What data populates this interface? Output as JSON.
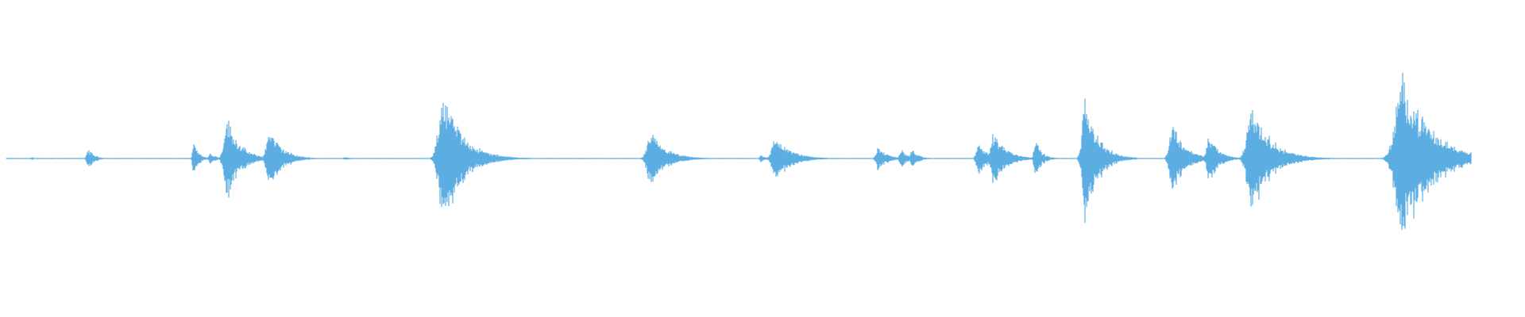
{
  "waveform": {
    "color": "#5DADE2",
    "duration_fraction_start": 0.0,
    "duration_fraction_end": 0.975,
    "bursts": [
      {
        "t": 0.021,
        "amp": 0.02,
        "decay": 0.002
      },
      {
        "t": 0.058,
        "amp": 0.12,
        "decay": 0.004
      },
      {
        "t": 0.127,
        "amp": 0.25,
        "decay": 0.003
      },
      {
        "t": 0.138,
        "amp": 0.07,
        "decay": 0.004
      },
      {
        "t": 0.149,
        "amp": 0.51,
        "decay": 0.008
      },
      {
        "t": 0.177,
        "amp": 0.37,
        "decay": 0.008
      },
      {
        "t": 0.226,
        "amp": 0.02,
        "decay": 0.004
      },
      {
        "t": 0.291,
        "amp": 0.84,
        "decay": 0.012
      },
      {
        "t": 0.313,
        "amp": 0.07,
        "decay": 0.004
      },
      {
        "t": 0.427,
        "amp": 0.31,
        "decay": 0.01
      },
      {
        "t": 0.499,
        "amp": 0.05,
        "decay": 0.003
      },
      {
        "t": 0.509,
        "amp": 0.26,
        "decay": 0.01
      },
      {
        "t": 0.576,
        "amp": 0.14,
        "decay": 0.006
      },
      {
        "t": 0.591,
        "amp": 0.12,
        "decay": 0.004
      },
      {
        "t": 0.598,
        "amp": 0.12,
        "decay": 0.004
      },
      {
        "t": 0.642,
        "amp": 0.2,
        "decay": 0.006
      },
      {
        "t": 0.652,
        "amp": 0.33,
        "decay": 0.008
      },
      {
        "t": 0.679,
        "amp": 0.24,
        "decay": 0.004
      },
      {
        "t": 0.712,
        "amp": 0.77,
        "decay": 0.008
      },
      {
        "t": 0.769,
        "amp": 0.44,
        "decay": 0.008
      },
      {
        "t": 0.793,
        "amp": 0.3,
        "decay": 0.006
      },
      {
        "t": 0.821,
        "amp": 0.66,
        "decay": 0.012
      },
      {
        "t": 0.92,
        "amp": 1.0,
        "decay": 0.018
      },
      {
        "t": 0.937,
        "amp": 0.22,
        "decay": 0.01
      }
    ]
  }
}
